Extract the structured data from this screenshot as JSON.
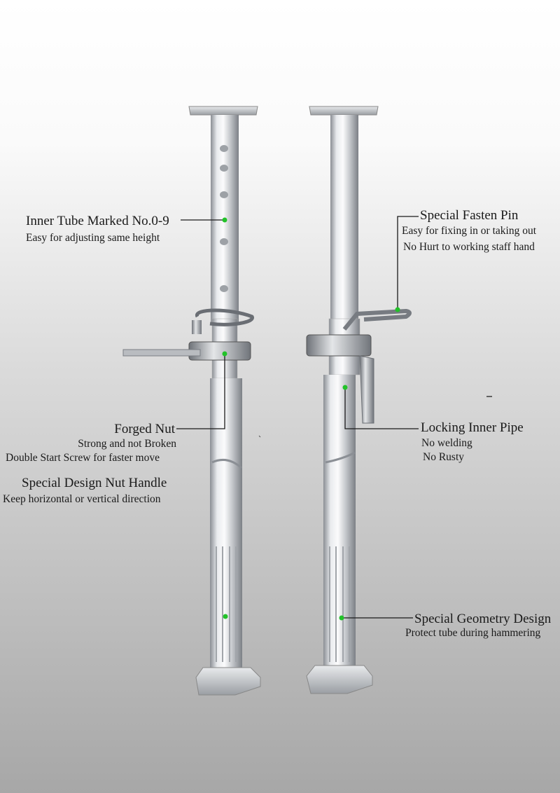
{
  "callouts": {
    "inner_tube": {
      "title": "Inner Tube Marked No.0-9",
      "lines": [
        "Easy for adjusting same height"
      ]
    },
    "fasten_pin": {
      "title": "Special Fasten Pin",
      "lines": [
        "Easy for fixing in or taking out",
        "No Hurt to working staff hand"
      ]
    },
    "forged_nut": {
      "title": "Forged Nut",
      "lines": [
        "Strong and not Broken",
        "Double Start Screw for faster move"
      ]
    },
    "nut_handle": {
      "title": "Special Design Nut Handle",
      "lines": [
        "Keep horizontal or vertical direction"
      ]
    },
    "locking_pipe": {
      "title": "Locking Inner Pipe",
      "lines": [
        "No welding",
        "No Rusty"
      ]
    },
    "geometry": {
      "title": "Special Geometry Design",
      "lines": [
        "Protect tube during hammering"
      ]
    }
  },
  "colors": {
    "marker_dot": "#22c229",
    "leader_line": "#1a1a1a",
    "steel_light": "#eef0f2",
    "steel_dark": "#7c8086"
  }
}
